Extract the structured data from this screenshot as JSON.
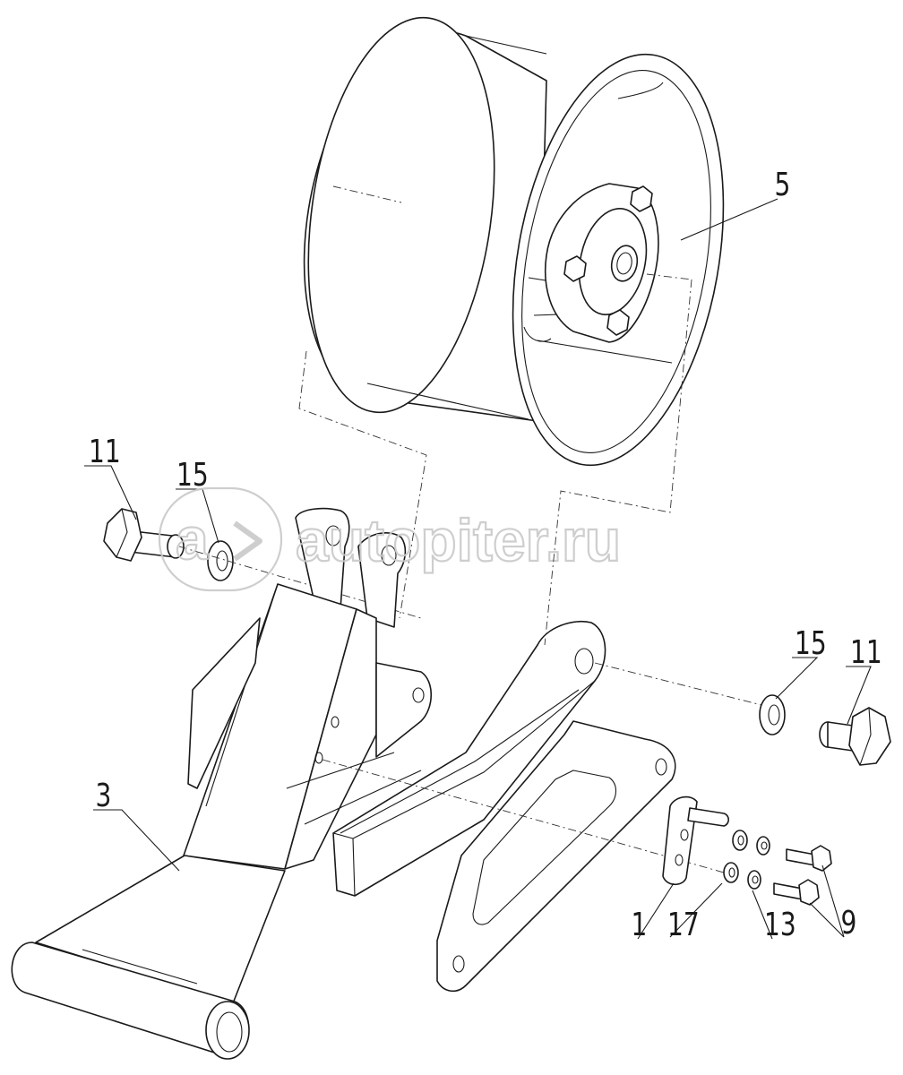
{
  "callouts": {
    "reel": "5",
    "bolt_left": "11",
    "washer_left": "15",
    "washer_right": "15",
    "bolt_right": "11",
    "bracket_arm": "3",
    "pin_plate": "1",
    "flat_washer": "17",
    "spring_washer": "13",
    "small_bolts": "9"
  },
  "watermark": {
    "text": "autopiter.ru",
    "logo_letter": "a"
  },
  "colors": {
    "line": "#1a1a1a",
    "watermark": "#c9c9c9",
    "background": "#ffffff"
  }
}
